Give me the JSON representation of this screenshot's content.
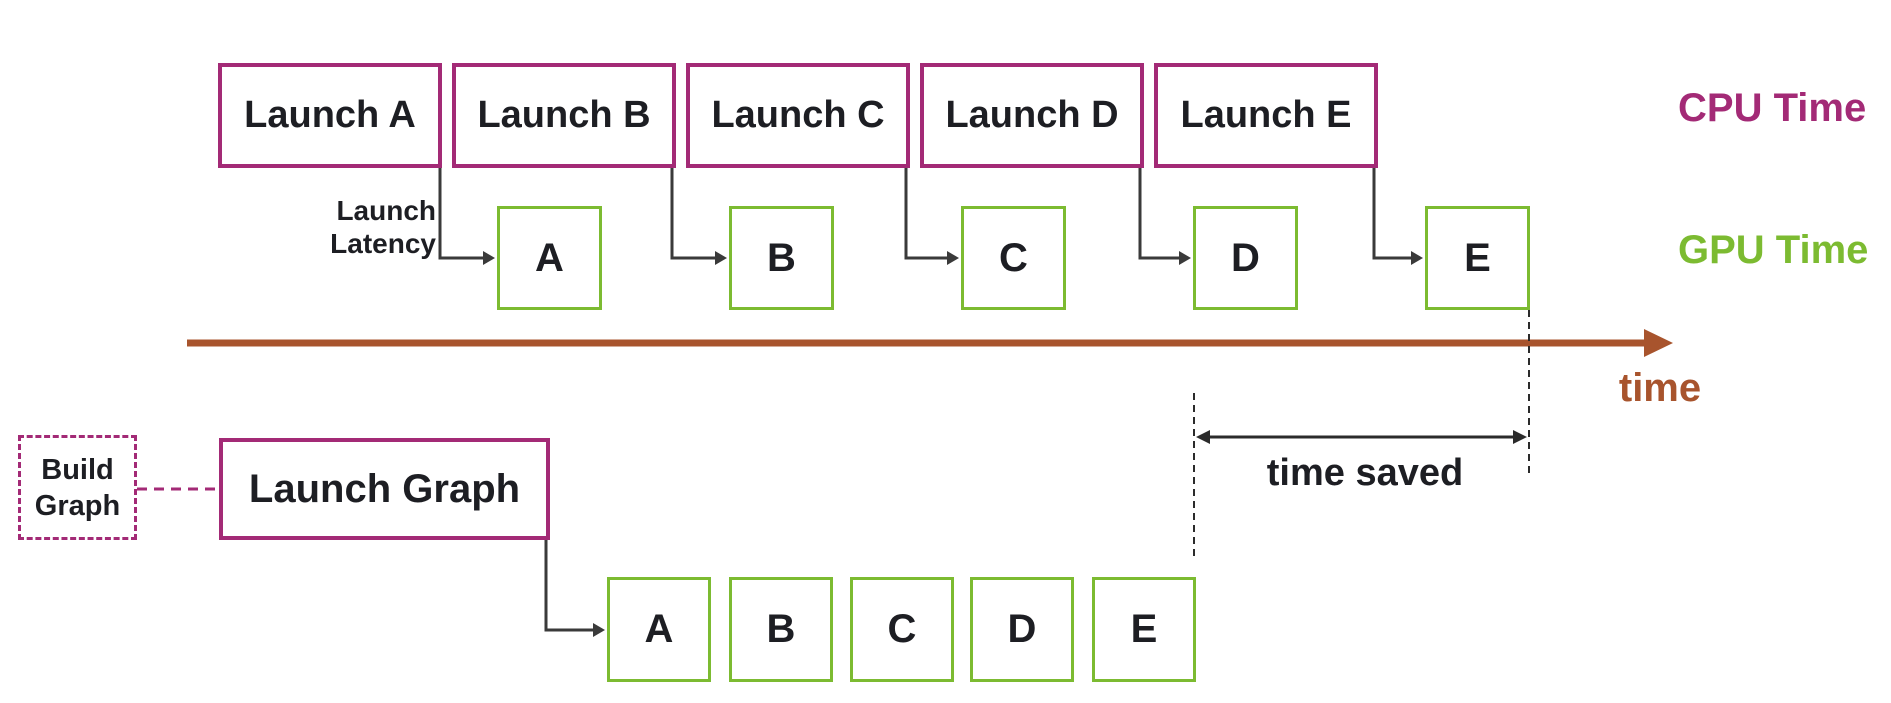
{
  "palette": {
    "magenta": "#A32A76",
    "green": "#7CBB31",
    "brown": "#A8542D",
    "dark_text": "#1D1E23",
    "connector_gray": "#3A3A3A"
  },
  "cpu_row": {
    "label": "CPU Time",
    "launch_boxes": [
      "Launch A",
      "Launch B",
      "Launch C",
      "Launch D",
      "Launch E"
    ]
  },
  "gpu_row": {
    "label": "GPU Time",
    "kernel_boxes": [
      "A",
      "B",
      "C",
      "D",
      "E"
    ]
  },
  "launch_latency": {
    "line1": "Launch",
    "line2": "Latency"
  },
  "time_axis": {
    "label": "time"
  },
  "graph_flow": {
    "build_graph_line1": "Build",
    "build_graph_line2": "Graph",
    "launch_graph_label": "Launch Graph",
    "kernel_boxes": [
      "A",
      "B",
      "C",
      "D",
      "E"
    ]
  },
  "time_saved": {
    "label": "time saved"
  }
}
